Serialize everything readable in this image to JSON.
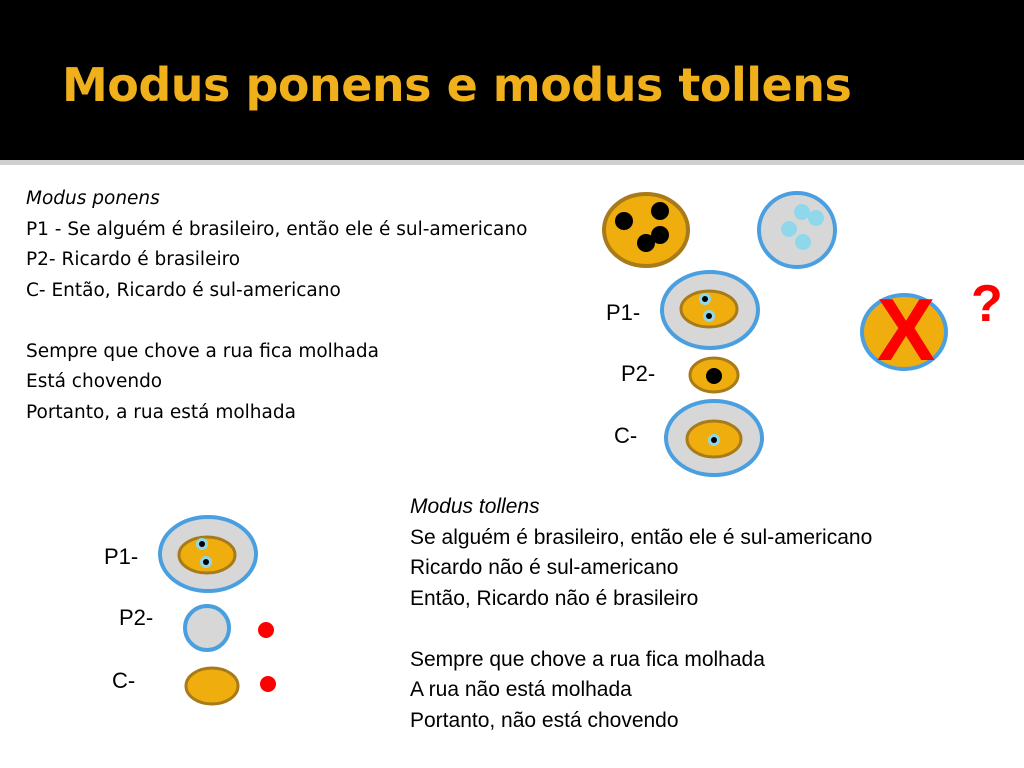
{
  "title": "Modus ponens e modus tollens",
  "modus_ponens": {
    "heading": "Modus ponens",
    "lines": [
      "P1 - Se alguém é brasileiro, então ele é sul-americano",
      "P2- Ricardo é brasileiro",
      "C- Então, Ricardo é sul-americano"
    ],
    "example": [
      "Sempre que chove a rua fica molhada",
      "Está chovendo",
      "Portanto, a rua está molhada"
    ],
    "diagram_labels": {
      "p1": "P1-",
      "p2": "P2-",
      "c": "C-"
    },
    "invalid_mark": "X",
    "question_mark": "?"
  },
  "modus_tollens": {
    "heading": "Modus tollens",
    "lines": [
      "Se alguém é brasileiro, então ele é sul-americano",
      "Ricardo não é sul-americano",
      "Então, Ricardo não é brasileiro"
    ],
    "example": [
      "Sempre que chove a rua fica molhada",
      "A rua não está molhada",
      "Portanto, não está chovendo"
    ],
    "diagram_labels": {
      "p1": "P1-",
      "p2": "P2-",
      "c": "C-"
    }
  },
  "colors": {
    "title": "#f0b01c",
    "background_bar": "#000000",
    "orange_fill": "#f0ad0e",
    "orange_stroke": "#a77a1a",
    "gray_fill": "#d7d7d7",
    "blue_ring": "#4a9fe0",
    "light_blue_dot": "#8fd8ec",
    "red_mark": "#ff0000"
  }
}
